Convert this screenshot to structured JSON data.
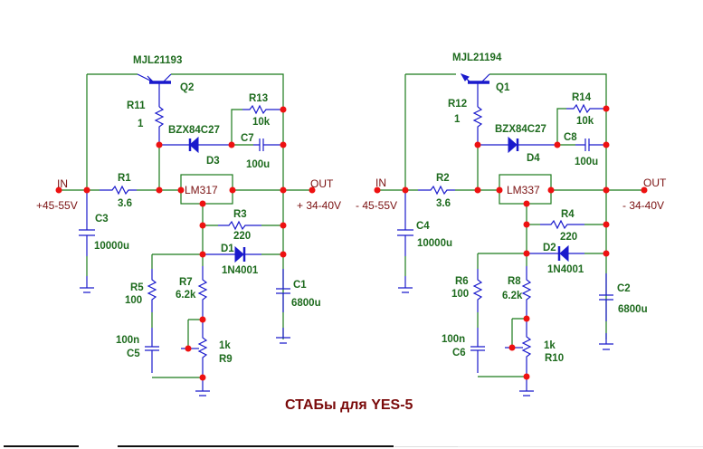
{
  "title": "СТАБы для YES-5",
  "colors": {
    "wire": "#1b7a1b",
    "component": "#1a1acc",
    "node": "#ee1111",
    "label": "#1e6b1e",
    "port_label": "#7a1010",
    "title": "#7a0a0a"
  },
  "circuits": [
    {
      "name": "positive-regulator",
      "transistor": {
        "ref": "Q2",
        "part": "MJL21193"
      },
      "r_emitter": {
        "ref": "R11",
        "value": "1"
      },
      "zener": {
        "ref": "D3",
        "part": "BZX84C27"
      },
      "r_fb": {
        "ref": "R13",
        "value": "10k"
      },
      "c_fb": {
        "ref": "C7",
        "value": "100u"
      },
      "r_in": {
        "ref": "R1",
        "value": "3.6"
      },
      "regulator": {
        "part": "LM317"
      },
      "r_adj": {
        "ref": "R3",
        "value": "220"
      },
      "diode": {
        "ref": "D1",
        "part": "1N4001"
      },
      "c_in": {
        "ref": "C3",
        "value": "10000u"
      },
      "c_out": {
        "ref": "C1",
        "value": "6800u"
      },
      "r_snub": {
        "ref": "R5",
        "value": "100"
      },
      "r_set": {
        "ref": "R7",
        "value": "6.2k"
      },
      "c_snub": {
        "ref": "C5",
        "value": "100n"
      },
      "pot": {
        "ref": "R9",
        "value": "1k"
      },
      "in_label": "IN",
      "in_voltage": "+45-55V",
      "out_label": "OUT",
      "out_voltage": "+ 34-40V"
    },
    {
      "name": "negative-regulator",
      "transistor": {
        "ref": "Q1",
        "part": "MJL21194"
      },
      "r_emitter": {
        "ref": "R12",
        "value": "1"
      },
      "zener": {
        "ref": "D4",
        "part": "BZX84C27"
      },
      "r_fb": {
        "ref": "R14",
        "value": "10k"
      },
      "c_fb": {
        "ref": "C8",
        "value": "100u"
      },
      "r_in": {
        "ref": "R2",
        "value": "3.6"
      },
      "regulator": {
        "part": "LM337"
      },
      "r_adj": {
        "ref": "R4",
        "value": "220"
      },
      "diode": {
        "ref": "D2",
        "part": "1N4001"
      },
      "c_in": {
        "ref": "C4",
        "value": "10000u"
      },
      "c_out": {
        "ref": "C2",
        "value": "6800u"
      },
      "r_snub": {
        "ref": "R6",
        "value": "100"
      },
      "r_set": {
        "ref": "R8",
        "value": "6.2k"
      },
      "c_snub": {
        "ref": "C6",
        "value": "100n"
      },
      "pot": {
        "ref": "R10",
        "value": "1k"
      },
      "in_label": "IN",
      "in_voltage": "- 45-55V",
      "out_label": "OUT",
      "out_voltage": "- 34-40V"
    }
  ]
}
